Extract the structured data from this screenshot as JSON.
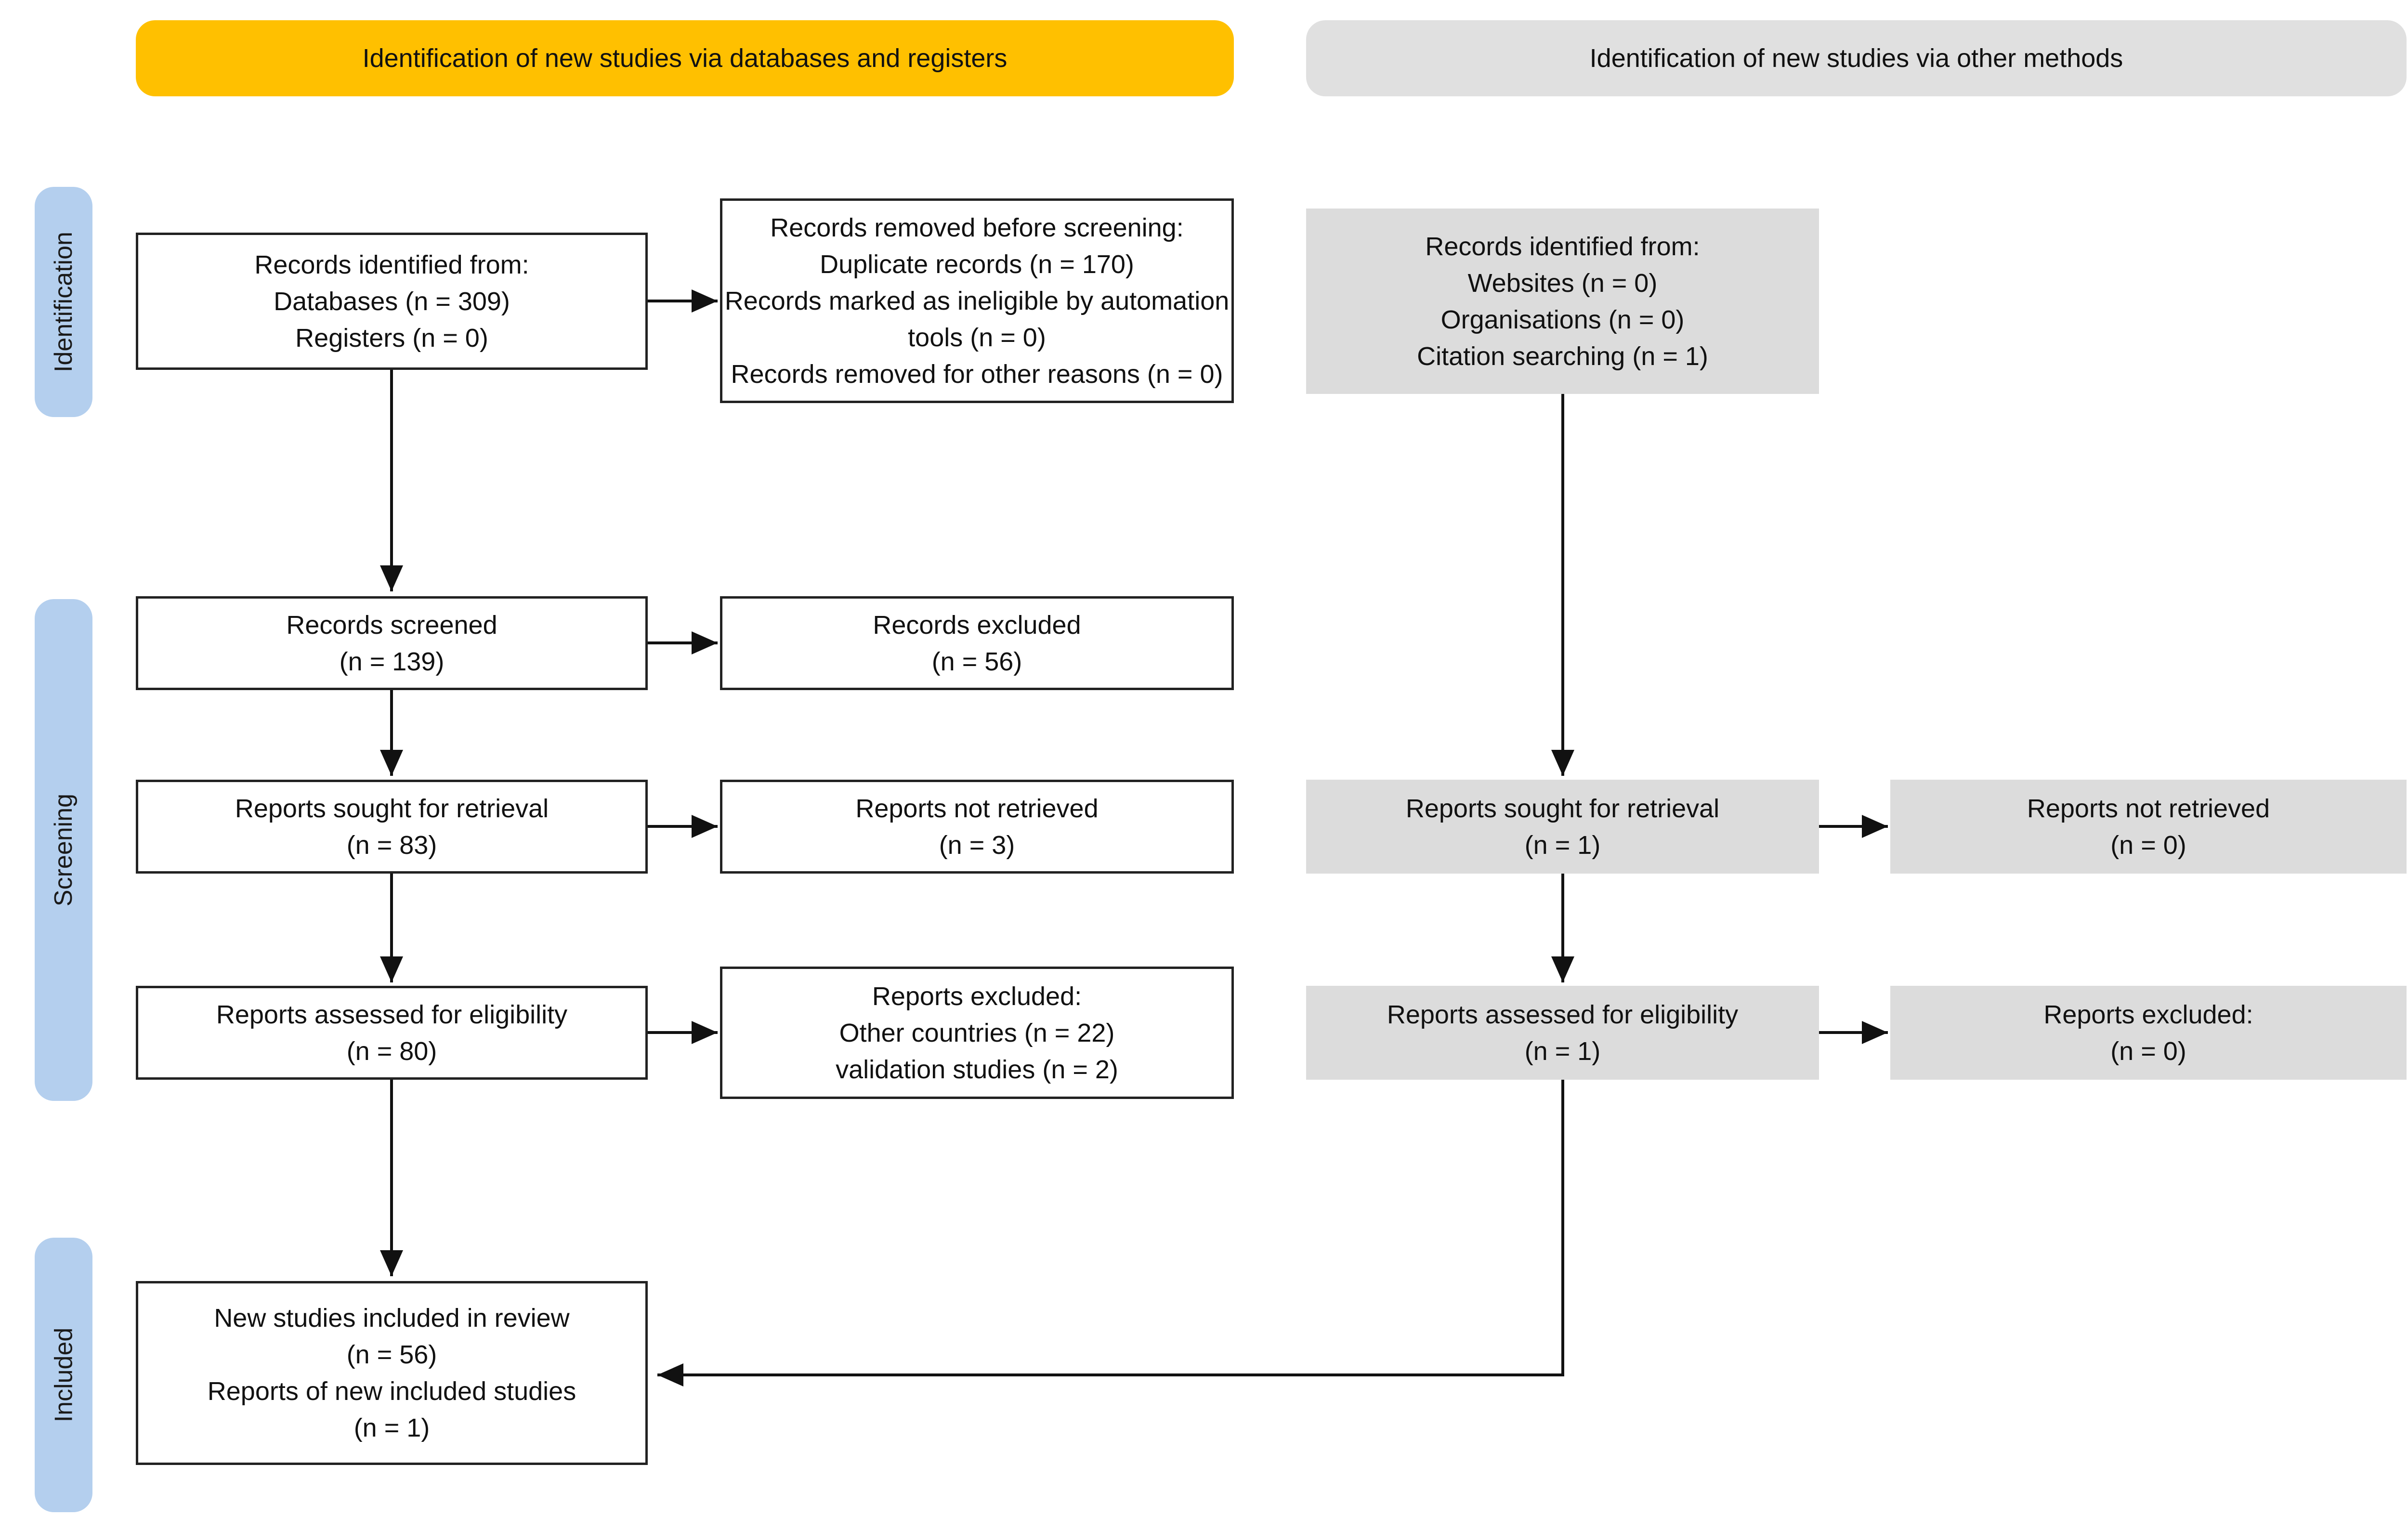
{
  "headers": {
    "databases": "Identification of new studies via databases and registers",
    "other": "Identification of new studies via other methods"
  },
  "phases": {
    "identification": "Identification",
    "screening": "Screening",
    "included": "Included"
  },
  "db": {
    "identified": [
      "Records identified from:",
      "Databases (n = 309)",
      "Registers (n = 0)"
    ],
    "removed": [
      "Records removed before screening:",
      "Duplicate records (n = 170)",
      "Records marked as ineligible by automation",
      "tools (n = 0)",
      "Records removed for other reasons (n = 0)"
    ],
    "screened": [
      "Records screened",
      "(n = 139)"
    ],
    "excluded": [
      "Records excluded",
      "(n = 56)"
    ],
    "sought": [
      "Reports sought for retrieval",
      "(n = 83)"
    ],
    "not_retrieved": [
      "Reports not retrieved",
      "(n = 3)"
    ],
    "assessed": [
      "Reports assessed for eligibility",
      "(n = 80)"
    ],
    "reports_excluded": [
      "Reports excluded:",
      "Other countries (n = 22)",
      "validation studies (n = 2)"
    ],
    "included": [
      "New studies included in review",
      "(n = 56)",
      "Reports of new included studies",
      "(n = 1)"
    ]
  },
  "other": {
    "identified": [
      "Records identified from:",
      "Websites (n = 0)",
      "Organisations (n = 0)",
      "Citation searching (n = 1)"
    ],
    "sought": [
      "Reports sought for retrieval",
      "(n = 1)"
    ],
    "not_retrieved": [
      "Reports not retrieved",
      "(n = 0)"
    ],
    "assessed": [
      "Reports assessed for eligibility",
      "(n = 1)"
    ],
    "excluded": [
      "Reports excluded:",
      "(n = 0)"
    ]
  }
}
